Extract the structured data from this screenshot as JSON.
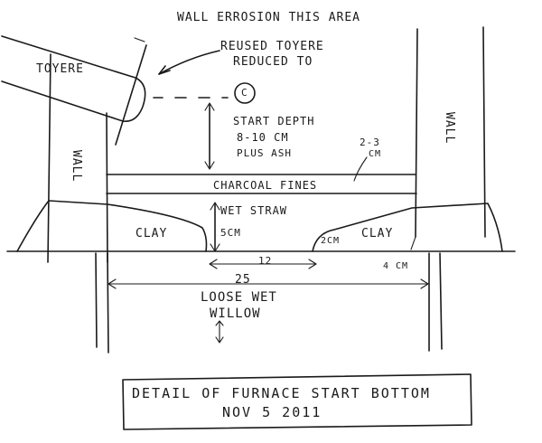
{
  "labels": {
    "erosion": "WALL ERROSION THIS AREA",
    "reused_1": "REUSED TOYERE",
    "reused_2": "REDUCED TO",
    "marker": "C",
    "tuyere": "TOYERE",
    "wall_left": "WALL",
    "wall_right": "WALL",
    "start_depth_1": "START DEPTH",
    "start_depth_2": "8-10 CM",
    "start_depth_3": "PLUS ASH",
    "fines_thickness_1": "2-3",
    "fines_thickness_2": "CM",
    "charcoal_fines": "CHARCOAL FINES",
    "wet_straw": "WET STRAW",
    "clay_left": "CLAY",
    "clay_right": "CLAY",
    "five_cm": "5CM",
    "two_cm": "2CM",
    "four_cm": "4 CM",
    "dim_12": "12",
    "dim_25": "25",
    "loose_wet": "LOOSE WET",
    "willow": "WILLOW",
    "caption_1": "DETAIL OF FURNACE START BOTTOM",
    "caption_2": "NOV 5 2011"
  }
}
